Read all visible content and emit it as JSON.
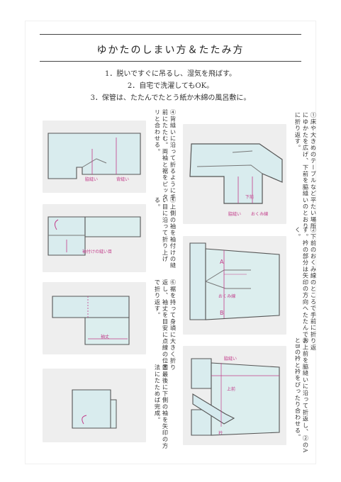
{
  "title": "ゆかたのしまい方＆たたみ方",
  "notes": [
    "1．脱いですぐに吊るし、湿気を飛ばす。",
    "2．自宅で洗濯してもOK。",
    "3．保管は、たたんでたとう紙か木綿の風呂敷に。"
  ],
  "steps": {
    "step1": "①床や大きめのテーブルなど平たい場所にゆかたを広げ、下前を脇縫いのとおりに折り返す。",
    "step2": "②下前のおくみ線のところで手前に折り返す。衿の部分は矢印の方向へたたんでおく。",
    "step3": "③上前を脇縫いに沿って折返し、②のAとBの衿と衿をぴったり合わせる。",
    "step4": "④背縫いに沿って折るように手前にたたむ。両袖と裾をピッタリと合わせる。",
    "step5": "⑤上側の袖を袖付けの縫い目に沿って折り上げる。",
    "step6": "⑥裾を持って身頃に大きく折り返し、袖丈を目安に点線の位置で折り返す。",
    "step7": "⑦最後に下側の袖を矢印の方法にたためば完成。"
  },
  "labels": {
    "p1_waki": "脇縫い",
    "p1_okumi": "おくみ線",
    "p1_shita": "下前",
    "p2_a": "A",
    "p2_b": "B",
    "p2_okumi": "おくみ線",
    "p3_waki": "脇縫い",
    "p3_uwa": "上前",
    "p3_eri": "衿",
    "p4_waki": "脇縫い",
    "p4_se": "背縫い",
    "p5_sode": "袖付けの縫い目",
    "p6_sodetake": "袖丈"
  }
}
